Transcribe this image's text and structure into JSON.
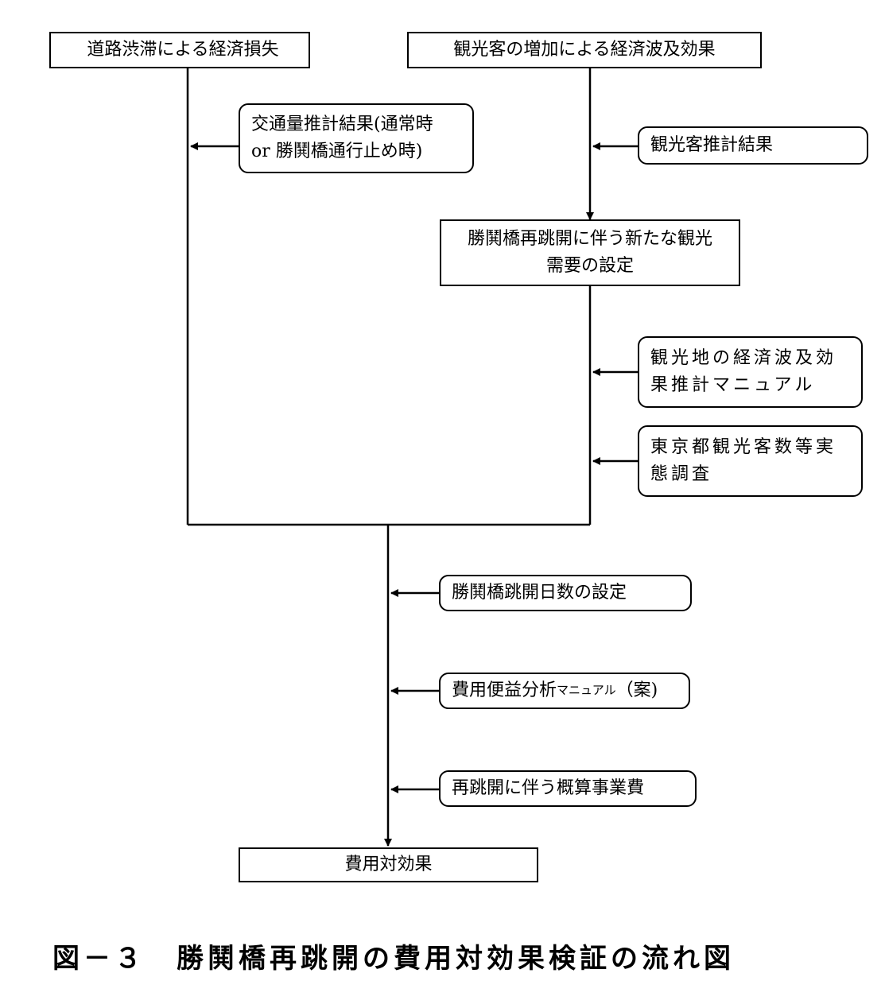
{
  "boxes": {
    "road_congestion": "道路渋滞による経済損失",
    "tourist_increase": "観光客の増加による経済波及効果",
    "traffic_estimate_line1": "交通量推計結果(通常時",
    "traffic_estimate_line2": "or 勝鬨橋通行止め時)",
    "tourist_estimate": "観光客推計結果",
    "new_demand_line1": "勝鬨橋再跳開に伴う新たな観光",
    "new_demand_line2": "需要の設定",
    "manual_line1": "観光地の経済波及効",
    "manual_line2": "果推計マニュアル",
    "survey_line1": "東京都観光客数等実",
    "survey_line2": "態調査",
    "opening_days": "勝鬨橋跳開日数の設定",
    "cost_benefit_main": "費用便益分析",
    "cost_benefit_small": "マニュアル",
    "cost_benefit_tail": "（案)",
    "project_cost": "再跳開に伴う概算事業費",
    "result": "費用対効果"
  },
  "caption": "図－３　勝鬨橋再跳開の費用対効果検証の流れ図"
}
